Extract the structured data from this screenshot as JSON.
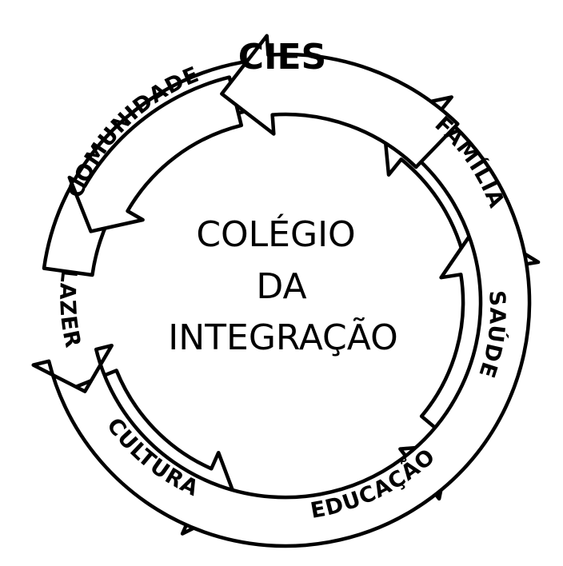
{
  "diagram": {
    "center_lines": [
      "COLÉGIO",
      "DA",
      "INTEGRAÇÃO"
    ],
    "top_label": "CIES",
    "segments": [
      {
        "id": "familia",
        "label": "FAMÍLIA"
      },
      {
        "id": "saude",
        "label": "SAÚDE"
      },
      {
        "id": "educacao",
        "label": "EDUCAÇÃO"
      },
      {
        "id": "cultura",
        "label": "CULTURA"
      },
      {
        "id": "lazer",
        "label": "LAZER"
      },
      {
        "id": "comunidade",
        "label": "COMUNIDADE"
      }
    ],
    "colors": {
      "ink": "#000000",
      "background": "#ffffff"
    }
  }
}
